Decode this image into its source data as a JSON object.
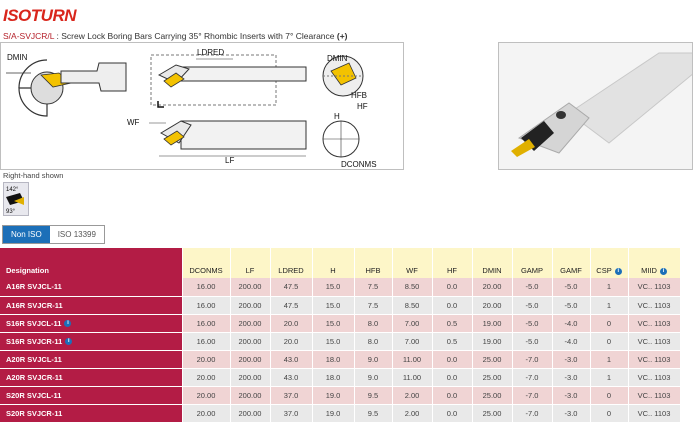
{
  "brand": {
    "iso": "ISO",
    "turn": "TURN"
  },
  "subtitle": {
    "code": "S/A-SVJCR/L",
    "text": " : Screw Lock Boring Bars Carrying 35° Rhombic Inserts with 7° Clearance ",
    "plus": "(+)"
  },
  "drawing_labels": {
    "dmin_left": "DMIN",
    "ldred": "LDRED",
    "dmin_right": "DMIN",
    "hfb": "HFB",
    "hf": "HF",
    "wf": "WF",
    "h": "H",
    "lf": "LF",
    "dconms": "DCONMS"
  },
  "right_hand_shown": "Right-hand shown",
  "angles": {
    "top": "142°",
    "bottom": "93°"
  },
  "tabs": [
    "Non ISO",
    "ISO 13399"
  ],
  "columns": [
    "Designation",
    "DCONMS",
    "LF",
    "LDRED",
    "H",
    "HFB",
    "WF",
    "HF",
    "DMIN",
    "GAMP",
    "GAMF",
    "CSP",
    "MIID"
  ],
  "rows": [
    {
      "designation": "A16R SVJCL-11",
      "info": false,
      "values": [
        "16.00",
        "200.00",
        "47.5",
        "15.0",
        "7.5",
        "8.50",
        "0.0",
        "20.00",
        "-5.0",
        "-5.0",
        "1",
        "VC.. 1103"
      ]
    },
    {
      "designation": "A16R SVJCR-11",
      "info": false,
      "values": [
        "16.00",
        "200.00",
        "47.5",
        "15.0",
        "7.5",
        "8.50",
        "0.0",
        "20.00",
        "-5.0",
        "-5.0",
        "1",
        "VC.. 1103"
      ]
    },
    {
      "designation": "S16R SVJCL-11",
      "info": true,
      "values": [
        "16.00",
        "200.00",
        "20.0",
        "15.0",
        "8.0",
        "7.00",
        "0.5",
        "19.00",
        "-5.0",
        "-4.0",
        "0",
        "VC.. 1103"
      ]
    },
    {
      "designation": "S16R SVJCR-11",
      "info": true,
      "values": [
        "16.00",
        "200.00",
        "20.0",
        "15.0",
        "8.0",
        "7.00",
        "0.5",
        "19.00",
        "-5.0",
        "-4.0",
        "0",
        "VC.. 1103"
      ]
    },
    {
      "designation": "A20R SVJCL-11",
      "info": false,
      "values": [
        "20.00",
        "200.00",
        "43.0",
        "18.0",
        "9.0",
        "11.00",
        "0.0",
        "25.00",
        "-7.0",
        "-3.0",
        "1",
        "VC.. 1103"
      ]
    },
    {
      "designation": "A20R SVJCR-11",
      "info": false,
      "values": [
        "20.00",
        "200.00",
        "43.0",
        "18.0",
        "9.0",
        "11.00",
        "0.0",
        "25.00",
        "-7.0",
        "-3.0",
        "1",
        "VC.. 1103"
      ]
    },
    {
      "designation": "S20R SVJCL-11",
      "info": false,
      "values": [
        "20.00",
        "200.00",
        "37.0",
        "19.0",
        "9.5",
        "2.00",
        "0.0",
        "25.00",
        "-7.0",
        "-3.0",
        "0",
        "VC.. 1103"
      ]
    },
    {
      "designation": "S20R SVJCR-11",
      "info": false,
      "values": [
        "20.00",
        "200.00",
        "37.0",
        "19.0",
        "9.5",
        "2.00",
        "0.0",
        "25.00",
        "-7.0",
        "-3.0",
        "0",
        "VC.. 1103"
      ]
    }
  ],
  "colors": {
    "brand_red": "#d9261c",
    "designation_bg": "#b31c45",
    "header_bg": "#fdf6c8",
    "row_pink": "#f0d4d4",
    "row_grey": "#e9e9e9",
    "tab_active": "#1c6fb8",
    "insert_gold": "#e0b000"
  }
}
